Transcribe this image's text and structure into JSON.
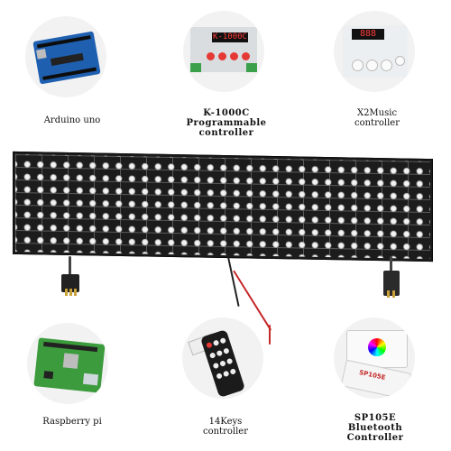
{
  "items": [
    {
      "name": "Arduino uno"
    },
    {
      "name_line1": "K-1000C",
      "name_line2": "Programmable",
      "name_line3": "controller",
      "chip_text": "K-1000C"
    },
    {
      "name_line1": "X2Music",
      "name_line2": "controller",
      "display_text": "888"
    },
    {
      "name": "Raspberry pi"
    },
    {
      "name_line1": "14Keys",
      "name_line2": "controller"
    },
    {
      "name_line1": "SP105E",
      "name_line2": "Bluetooth",
      "name_line3": "Controller",
      "device_text": "SP105E"
    }
  ],
  "colors": {
    "panel": "#1c1c1c",
    "led": "#f4f4f4",
    "arduino_board": "#1f5fb0",
    "raspberry_board": "#3c9b3c",
    "wire_red": "#c62828",
    "button_red": "#e53935"
  }
}
